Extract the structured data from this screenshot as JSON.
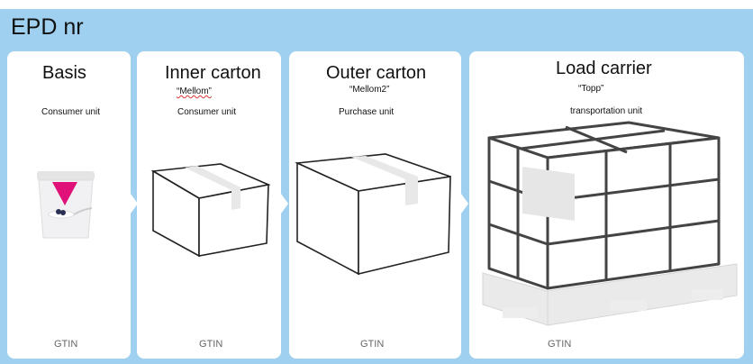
{
  "title": "EPD nr",
  "cards": [
    {
      "heading": "Basis",
      "subtitle": "",
      "unit": "Consumer unit",
      "gtin": "GTIN"
    },
    {
      "heading": "Inner carton",
      "subtitle": "“Mellom”",
      "unit": "Consumer unit",
      "gtin": "GTIN"
    },
    {
      "heading": "Outer carton",
      "subtitle": "“Mellom2”",
      "unit": "Purchase unit",
      "gtin": "GTIN"
    },
    {
      "heading": "Load carrier",
      "subtitle": "“Topp”",
      "unit": "transportation unit",
      "gtin": "GTIN"
    }
  ],
  "colors": {
    "background": "#9fd0ef",
    "card": "#ffffff",
    "brand_label": "#e0127a"
  }
}
